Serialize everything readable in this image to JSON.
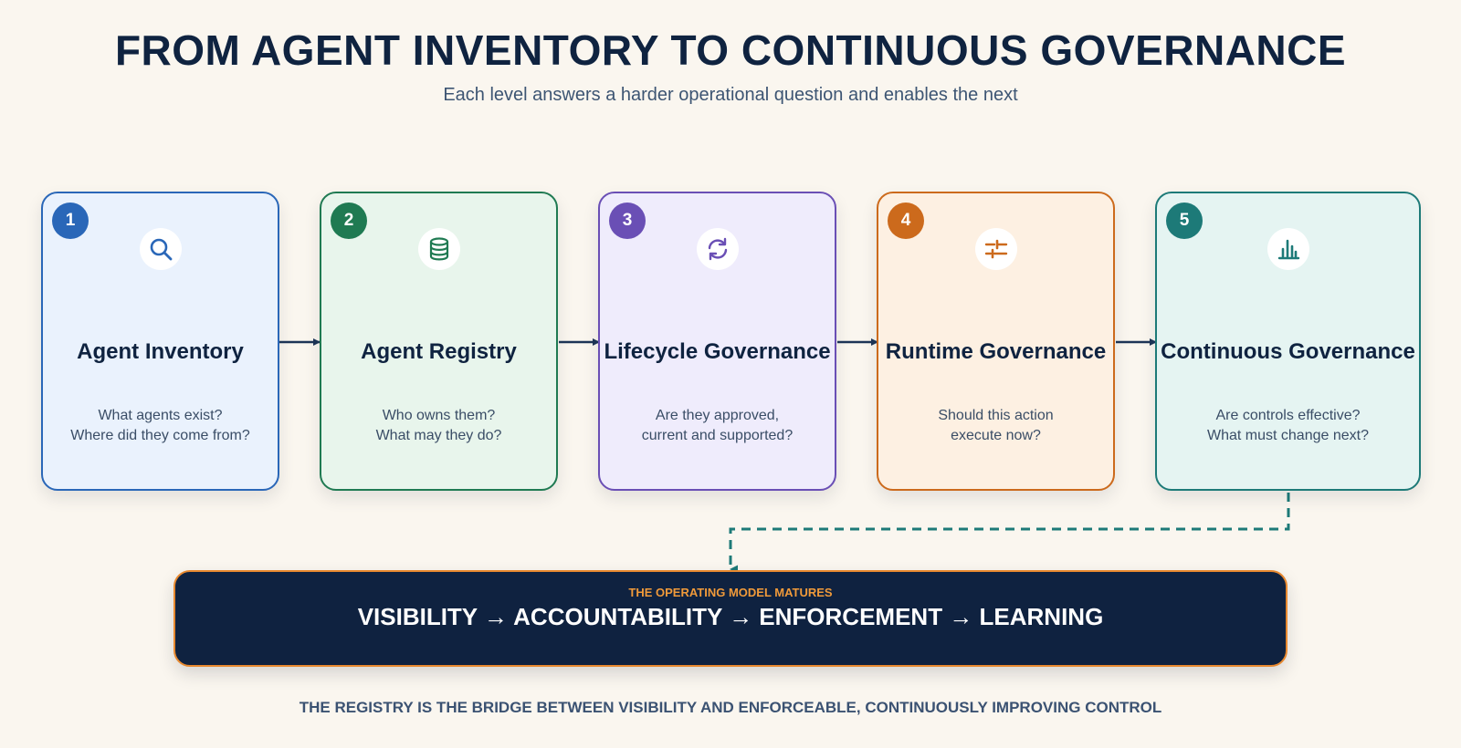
{
  "title": "FROM AGENT INVENTORY TO CONTINUOUS GOVERNANCE",
  "subtitle": "Each level answers a harder operational question and enables the next",
  "levels": [
    {
      "number": "1",
      "title": "Agent Inventory",
      "lines": [
        "What agents exist?",
        "Where did they come from?"
      ],
      "icon": "search-icon",
      "color": "#2a67b8",
      "bg": "#eaf2fd"
    },
    {
      "number": "2",
      "title": "Agent Registry",
      "lines": [
        "Who owns them?",
        "What may they do?"
      ],
      "icon": "database-icon",
      "color": "#1f7a52",
      "bg": "#e8f5ec"
    },
    {
      "number": "3",
      "title": "Lifecycle Governance",
      "lines": [
        "Are they approved,",
        "current and supported?"
      ],
      "icon": "refresh-icon",
      "color": "#6a4fb5",
      "bg": "#efecfc"
    },
    {
      "number": "4",
      "title": "Runtime Governance",
      "lines": [
        "Should this action",
        "execute now?"
      ],
      "icon": "sliders-icon",
      "color": "#cc6a1c",
      "bg": "#fdf0e2"
    },
    {
      "number": "5",
      "title": "Continuous Governance",
      "lines": [
        "Are controls effective?",
        "What must change next?"
      ],
      "icon": "bar-chart-icon",
      "color": "#1d7a78",
      "bg": "#e5f4f2"
    }
  ],
  "banner": {
    "kicker": "THE OPERATING MODEL MATURES",
    "main": "VISIBILITY → ACCOUNTABILITY → ENFORCEMENT → LEARNING"
  },
  "footer": "THE REGISTRY IS THE BRIDGE BETWEEN VISIBILITY AND ENFORCEABLE, CONTINUOUSLY IMPROVING CONTROL"
}
